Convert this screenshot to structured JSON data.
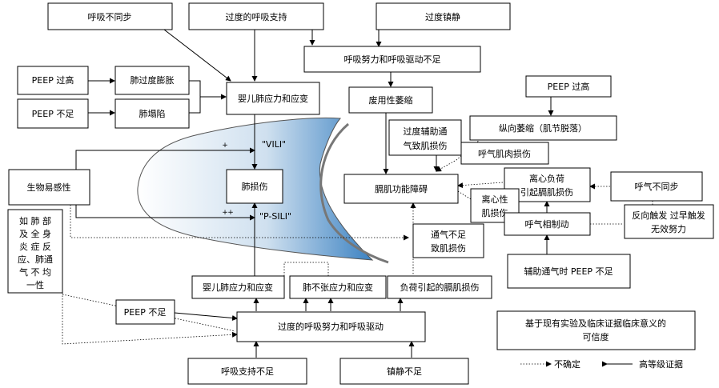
{
  "colors": {
    "lung_gradient_start": "#ffffff",
    "lung_gradient_end": "#3c82c2",
    "outline": "#555555",
    "diaphragm": "#777777"
  },
  "boxes": {
    "asynchrony_top": "呼吸不同步",
    "excessive_support": "过度的呼吸支持",
    "oversedation": "过度镇静",
    "low_effort": "呼吸努力和呼吸驱动不足",
    "peep_high_left": "PEEP 过高",
    "overdistension": "肺过度膨胀",
    "peep_low_left": "PEEP 不足",
    "collapse": "肺塌陷",
    "infant_stress_top": "婴儿肺应力和应变",
    "disuse_atrophy": "废用性萎缩",
    "overassist_line1": "过度辅助通",
    "overassist_line2": "气致肌损伤",
    "peep_high_right": "PEEP 过高",
    "longitudinal_atrophy": "纵向萎缩（肌节脱落）",
    "expiratory_injury": "呼气肌肉损伤",
    "susceptibility": "生物易感性",
    "lung_injury": "肺损伤",
    "diaphragm_dysfunction": "膈肌功能障碍",
    "eccentric_injury_line1": "离心负荷",
    "eccentric_injury_line2": "引起膈肌损伤",
    "asynchrony_right": "呼气不同步",
    "eccentric_line1": "离心性",
    "eccentric_line2": "肌损伤",
    "braking": "呼气相制动",
    "reverse_trigger_line1": "反向触发  过早触发",
    "reverse_trigger_line2": "无效努力",
    "inflammation": [
      "如 肺 部",
      "及 全 身",
      "炎 症 反",
      "应、肺通",
      "气 不 均",
      "一性"
    ],
    "insufficient_vent_line1": "通气不足",
    "insufficient_vent_line2": "致肌损伤",
    "insufficient_peep": "辅助通气时 PEEP 不足",
    "infant_stress_bottom": "婴儿肺应力和应变",
    "atelectasis_stress": "肺不张应力和应变",
    "load_injury": "负荷引起的膈肌损伤",
    "peep_low_bottom": "PEEP 不足",
    "excessive_effort": "过度的呼吸努力和呼吸驱动",
    "support_insufficient": "呼吸支持不足",
    "sedation_insufficient": "镇静不足"
  },
  "lung_labels": {
    "vili": "\"VILI\"",
    "psili": "\"P-SILI\"",
    "plus": "+"
  },
  "legend": {
    "title_line1": "基于现有实验及临床证据临床意义的",
    "title_line2": "可信度",
    "uncertain": "不确定",
    "strong": "高等级证据"
  }
}
